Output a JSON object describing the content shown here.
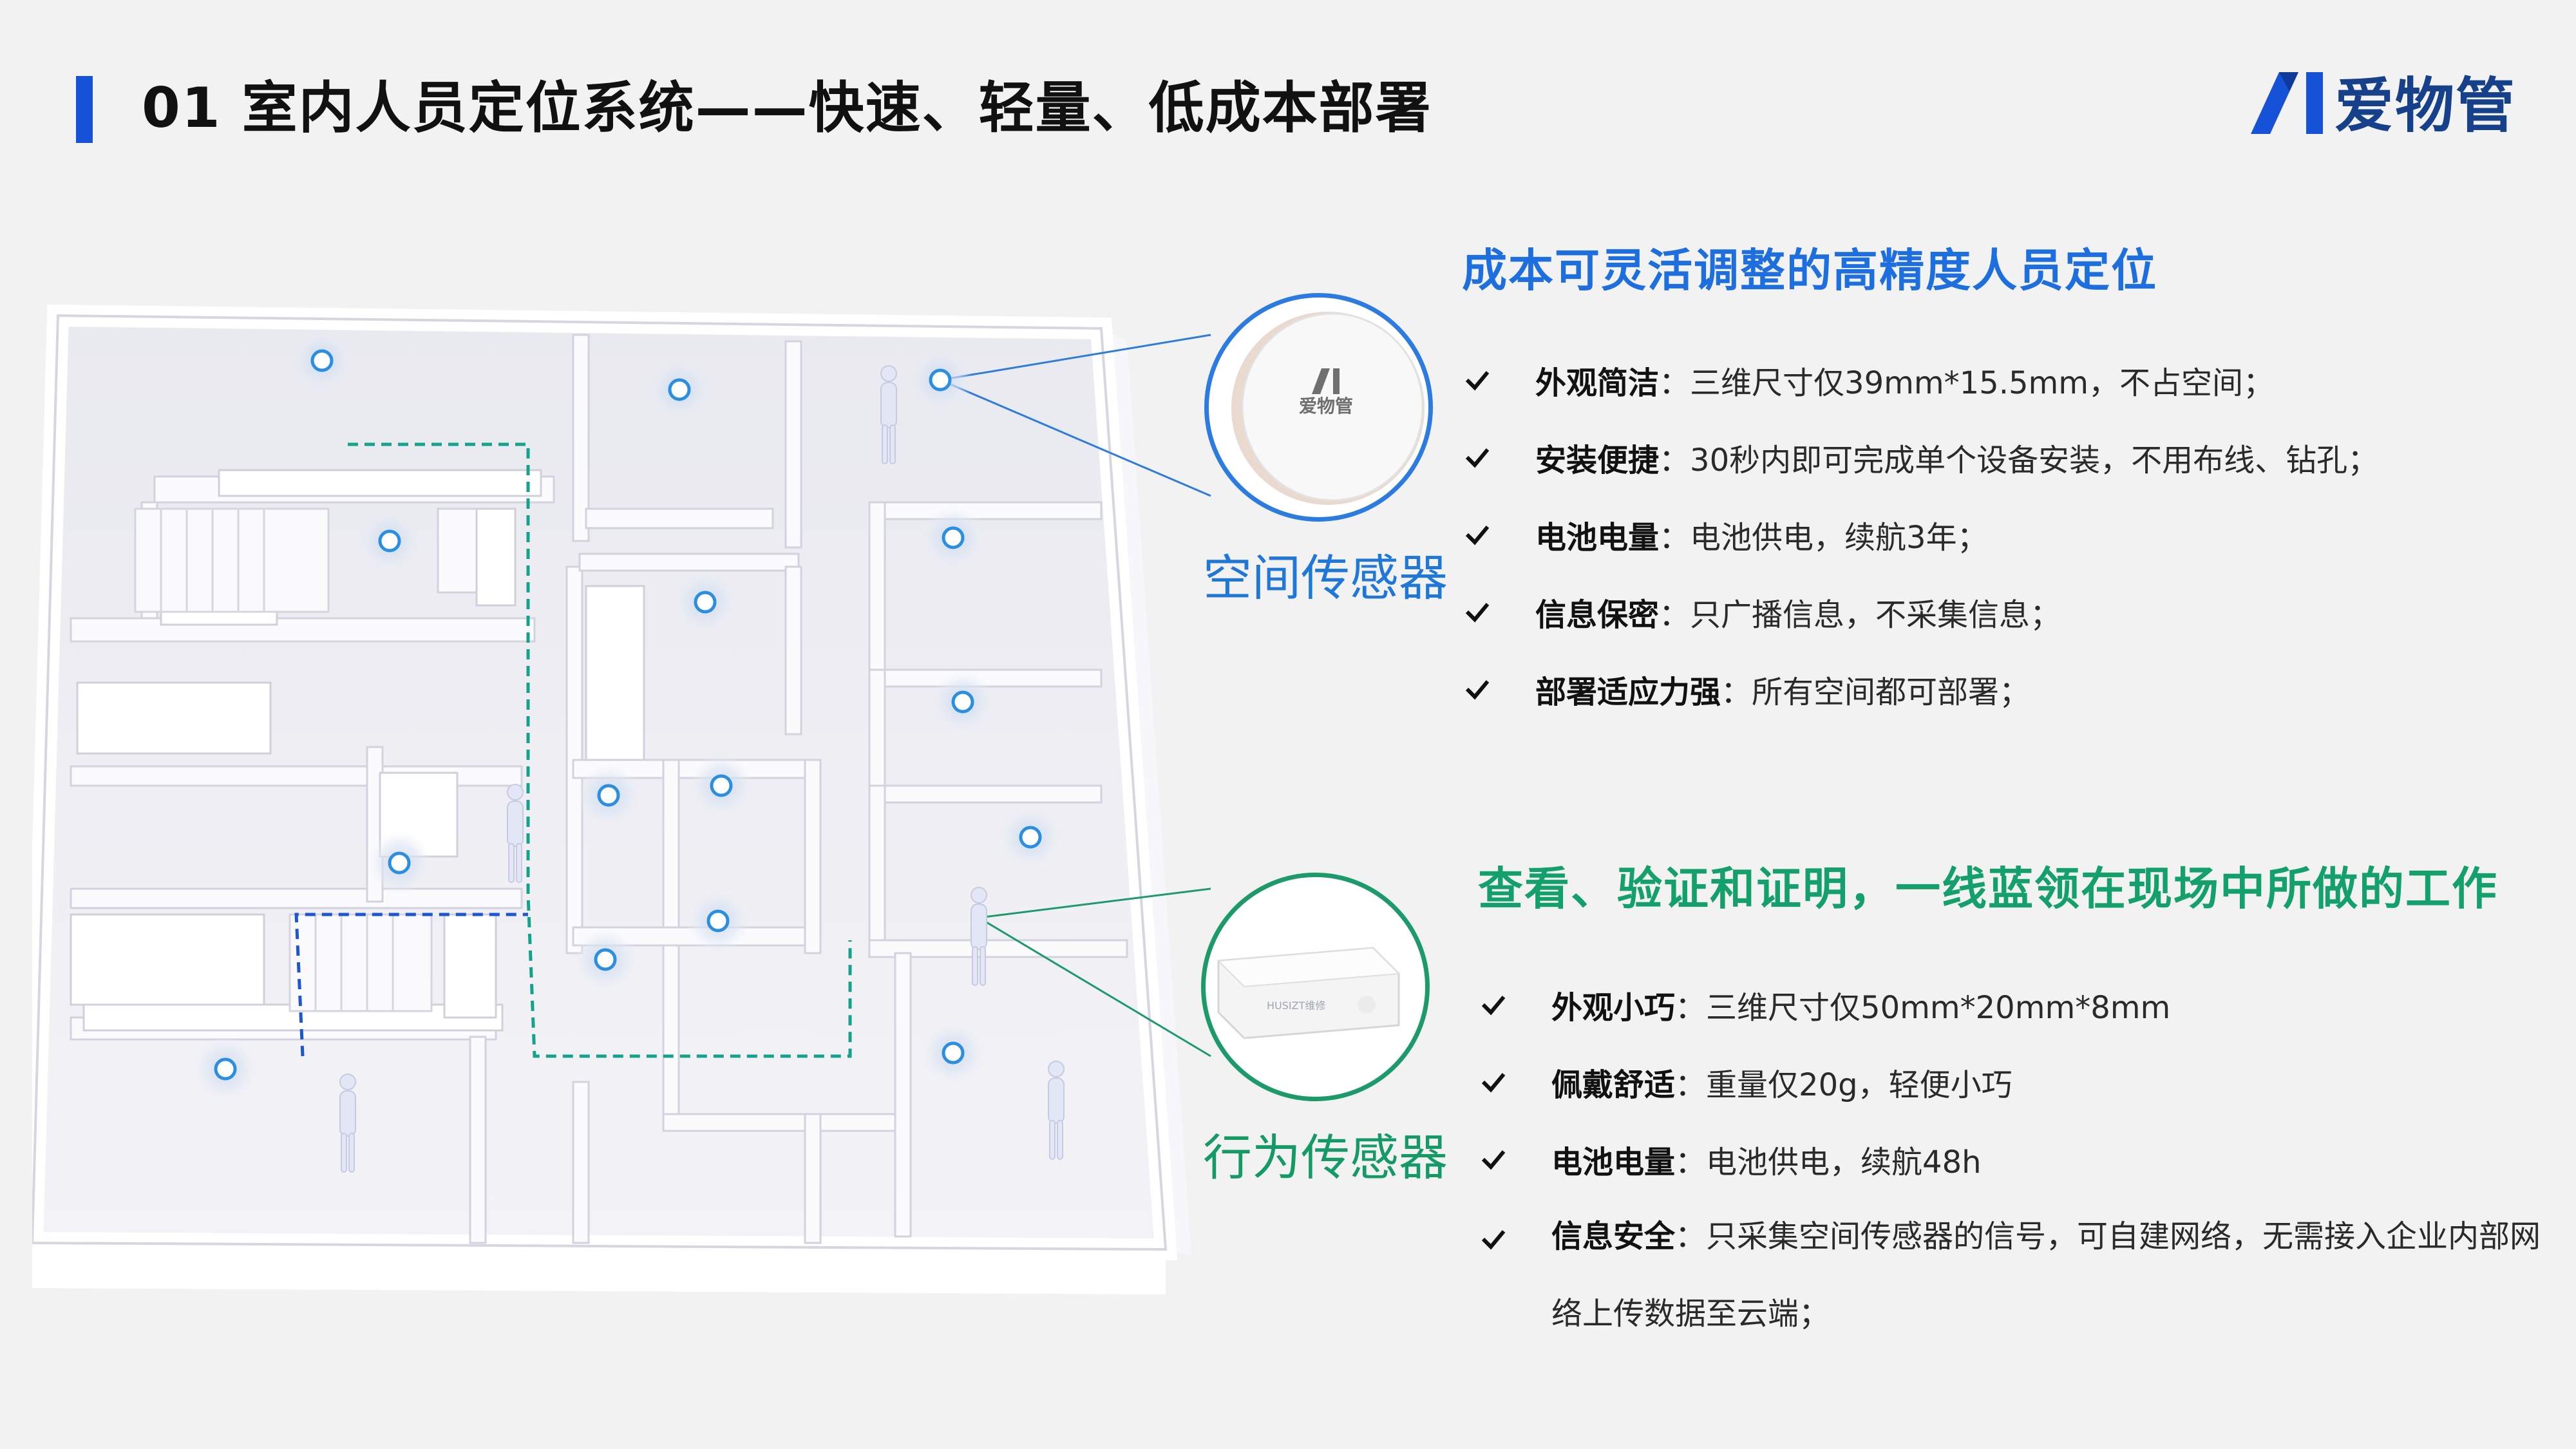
{
  "header": {
    "title": "01  室内人员定位系统——快速、轻量、低成本部署",
    "logo_text": "爱物管",
    "accent_color": "#1652d8"
  },
  "floorplan": {
    "sensor_icon": "ai-sensor-beacon-icon",
    "person_icon": "person-figure-icon"
  },
  "space_sensor": {
    "label": "空间传感器",
    "device_text": "爱物管",
    "color": "#1f78d8"
  },
  "behavior_sensor": {
    "label": "行为传感器",
    "device_text": "HUSIZT维修",
    "color": "#159a66"
  },
  "section1": {
    "title": "成本可灵活调整的高精度人员定位",
    "title_color": "#1d6fe0",
    "items": [
      {
        "label": "外观简洁",
        "value": "三维尺寸仅39mm*15.5mm，不占空间；"
      },
      {
        "label": "安装便捷",
        "value": "30秒内即可完成单个设备安装，不用布线、钻孔；"
      },
      {
        "label": "电池电量",
        "value": "电池供电，续航3年；"
      },
      {
        "label": "信息保密",
        "value": "只广播信息，不采集信息；"
      },
      {
        "label": "部署适应力强",
        "value": "所有空间都可部署；"
      }
    ]
  },
  "section2": {
    "title": "查看、验证和证明，一线蓝领在现场中所做的工作",
    "title_color": "#14a06a",
    "items": [
      {
        "label": "外观小巧",
        "value": "三维尺寸仅50mm*20mm*8mm"
      },
      {
        "label": "佩戴舒适",
        "value": "重量仅20g，轻便小巧"
      },
      {
        "label": "电池电量",
        "value": "电池供电，续航48h"
      },
      {
        "label": "信息安全",
        "value": "只采集空间传感器的信号，可自建网络，无需接入企业内部网络上传数据至云端；"
      }
    ]
  },
  "colon": "："
}
